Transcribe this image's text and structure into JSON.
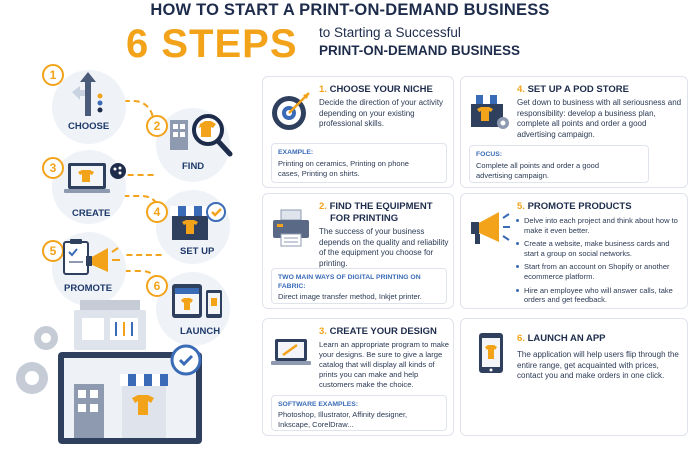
{
  "header": {
    "title": "HOW TO START A PRINT-ON-DEMAND BUSINESS",
    "big": "6 STEPS",
    "sub1": "to Starting a Successful",
    "sub2": "PRINT-ON-DEMAND BUSINESS"
  },
  "left_steps": [
    {
      "num": "1",
      "label": "CHOOSE"
    },
    {
      "num": "2",
      "label": "FIND"
    },
    {
      "num": "3",
      "label": "CREATE"
    },
    {
      "num": "4",
      "label": "SET UP"
    },
    {
      "num": "5",
      "label": "PROMOTE"
    },
    {
      "num": "6",
      "label": "LAUNCH"
    }
  ],
  "cards": {
    "c1": {
      "num": "1.",
      "title": "CHOOSE YOUR NICHE",
      "desc": "Decide the direction of your activity depending on your existing professional skills.",
      "box_h": "EXAMPLE:",
      "box_b": "Printing on ceramics, Printing on phone cases, Printing on shirts."
    },
    "c2": {
      "num": "2.",
      "title": "FIND THE EQUIPMENT",
      "title2": "FOR PRINTING",
      "desc": "The success of your business depends on the quality and reliability of the equipment you choose for printing.",
      "box_h": "TWO MAIN WAYS OF DIGITAL PRINTING ON FABRIC:",
      "box_b": "Direct image transfer method, Inkjet printer."
    },
    "c3": {
      "num": "3.",
      "title": "CREATE YOUR DESIGN",
      "desc": "Learn an appropriate program to make your designs. Be sure to give a large catalog that will display all kinds of prints you can make and help customers make the choice.",
      "box_h": "SOFTWARE EXAMPLES:",
      "box_b": "Photoshop, Illustrator, Affinity designer, Inkscape, CorelDraw..."
    },
    "c4": {
      "num": "4.",
      "title": "SET UP A POD STORE",
      "desc": "Get down to business with all seriousness and responsibility: develop a business plan, complete all points and order a good advertising campaign.",
      "box_h": "FOCUS:",
      "box_b": "Complete all points and order a good advertising campaign."
    },
    "c5": {
      "num": "5.",
      "title": "PROMOTE PRODUCTS",
      "bullets": [
        "Delve into each project and think about how to make it even better.",
        "Create a website, make business cards and start a group on social networks.",
        "Start from an account on Shopify or another ecommerce platform.",
        "Hire an employee who will answer calls, take orders and get feedback."
      ]
    },
    "c6": {
      "num": "6.",
      "title": "LAUNCH AN APP",
      "desc": "The application will help users flip through the entire range, get acquainted with prices, contact you and make orders in one click."
    }
  },
  "colors": {
    "accent": "#f2a31a",
    "navy": "#1e2c4c",
    "blue": "#3a6bb7"
  }
}
